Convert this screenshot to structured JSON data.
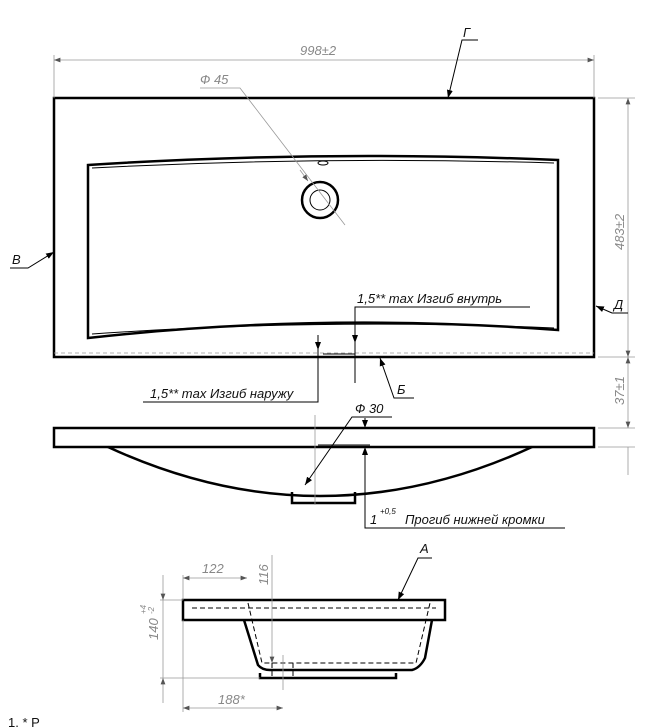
{
  "top_view": {
    "width_dim": "998±2",
    "depth_dim": "483±2",
    "drain_dia": "Ф 45",
    "label_g": "Г",
    "label_v": "В",
    "label_d": "Д",
    "label_b": "Б",
    "bend_inward": "1,5** max Изгиб внутрь",
    "bend_outward": "1,5** max Изгиб наружу"
  },
  "side_view": {
    "thickness_dim": "37±1",
    "hole_dia": "Ф 30",
    "deflection_value": "1",
    "deflection_tol": "+0,5",
    "deflection_text": "Прогиб нижней кромки"
  },
  "section": {
    "label_a": "А",
    "dim_122": "122",
    "dim_116": "116",
    "dim_140": "140",
    "dim_140_tol_upper": "+4",
    "dim_140_tol_lower": "-2",
    "dim_188": "188*"
  },
  "note": "1.  * Р"
}
